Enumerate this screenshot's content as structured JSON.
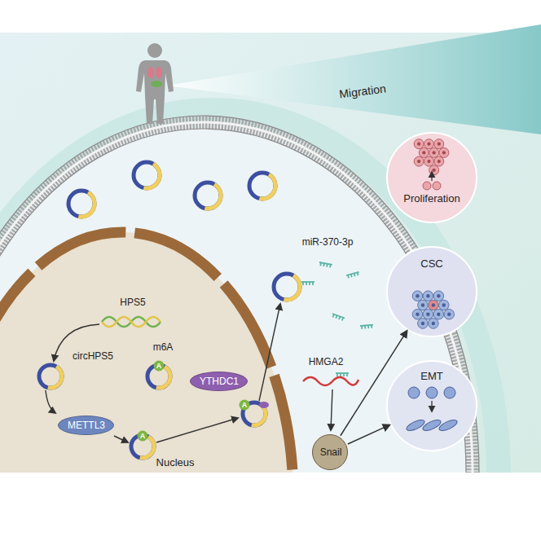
{
  "diagram": {
    "nodes": [
      {
        "text": [
          "Proliferation"
        ]
      },
      {
        "text": [
          "CSC"
        ]
      },
      {
        "text": [
          "EMT"
        ]
      },
      {
        "text": [
          "Nucleus"
        ]
      },
      {
        "text": [
          "METTL3"
        ],
        "in": 3
      },
      {
        "text": [
          "YTHDC1"
        ],
        "in": 3
      },
      {
        "text": [
          "Snail"
        ]
      }
    ],
    "edges": [
      {
        "from": 6,
        "to": 1,
        "arrow": "to"
      },
      {
        "from": 6,
        "to": 2,
        "arrow": "to"
      }
    ],
    "labels": [
      "Migration",
      "HPS5",
      "circHPS5",
      "m6A",
      "miR-370-3p",
      "HMGA2",
      "A",
      "A",
      "A"
    ]
  }
}
